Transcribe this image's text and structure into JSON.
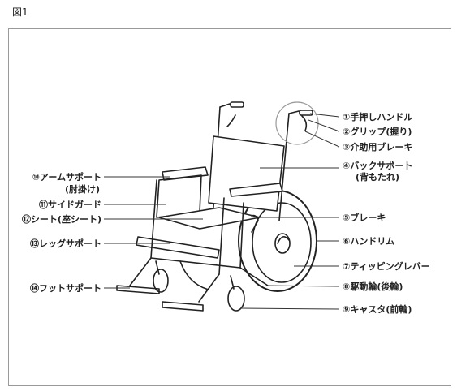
{
  "figure": {
    "title": "図1"
  },
  "labels": {
    "l1": "①手押しハンドル",
    "l2": "②グリップ(握り)",
    "l3": "③介助用ブレーキ",
    "l4a": "④バックサポート",
    "l4b": "(背もたれ)",
    "l5": "⑤ブレーキ",
    "l6": "⑥ハンドリム",
    "l7": "⑦ティッピングレバー",
    "l8": "⑧駆動輪(後輪)",
    "l9": "⑨キャスタ(前輪)",
    "l10a": "⑩アームサポート",
    "l10b": "(肘掛け)",
    "l11": "⑪サイドガード",
    "l12": "⑫シート(座シート)",
    "l13": "⑬レッグサポート",
    "l14": "⑭フットサポート"
  }
}
